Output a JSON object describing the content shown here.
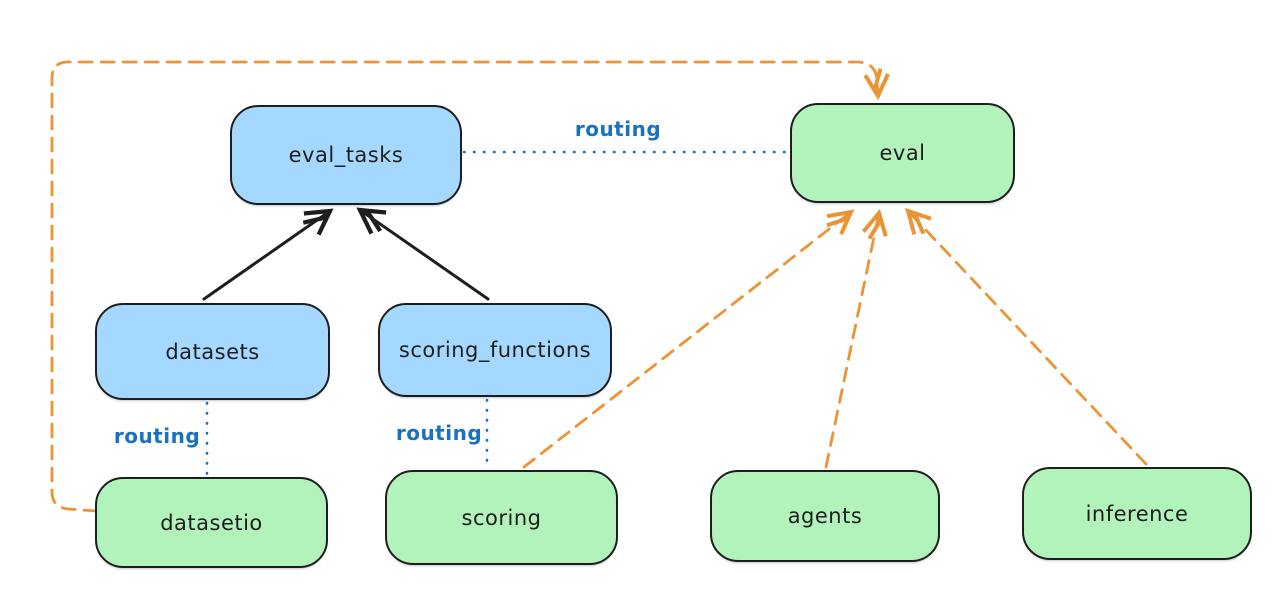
{
  "colors": {
    "ink": "#1e1e1e",
    "blue_fill": "#a5d8ff",
    "green_fill": "#b2f2bb",
    "routing_blue": "#1971c2",
    "arrow_orange": "#ec9435",
    "background": "#ffffff"
  },
  "diagram": {
    "nodes": [
      {
        "id": "eval_tasks",
        "label": "eval_tasks",
        "fill": "#a5d8ff"
      },
      {
        "id": "eval",
        "label": "eval",
        "fill": "#b2f2bb"
      },
      {
        "id": "datasets",
        "label": "datasets",
        "fill": "#a5d8ff"
      },
      {
        "id": "scoring_functions",
        "label": "scoring_functions",
        "fill": "#a5d8ff"
      },
      {
        "id": "datasetio",
        "label": "datasetio",
        "fill": "#b2f2bb"
      },
      {
        "id": "scoring",
        "label": "scoring",
        "fill": "#b2f2bb"
      },
      {
        "id": "agents",
        "label": "agents",
        "fill": "#b2f2bb"
      },
      {
        "id": "inference",
        "label": "inference",
        "fill": "#b2f2bb"
      }
    ],
    "edges": [
      {
        "from": "datasets",
        "to": "eval_tasks",
        "style": "solid-black-arrow",
        "label": ""
      },
      {
        "from": "scoring_functions",
        "to": "eval_tasks",
        "style": "solid-black-arrow",
        "label": ""
      },
      {
        "from": "eval_tasks",
        "to": "eval",
        "style": "dotted-blue",
        "label": "routing"
      },
      {
        "from": "datasets",
        "to": "datasetio",
        "style": "dotted-blue",
        "label": "routing"
      },
      {
        "from": "scoring_functions",
        "to": "scoring",
        "style": "dotted-blue",
        "label": "routing"
      },
      {
        "from": "scoring",
        "to": "eval",
        "style": "dashed-orange-arrow",
        "label": ""
      },
      {
        "from": "agents",
        "to": "eval",
        "style": "dashed-orange-arrow",
        "label": ""
      },
      {
        "from": "inference",
        "to": "eval",
        "style": "dashed-orange-arrow",
        "label": ""
      },
      {
        "from": "datasetio",
        "to": "eval",
        "style": "dashed-orange-arrow",
        "label": ""
      }
    ]
  }
}
